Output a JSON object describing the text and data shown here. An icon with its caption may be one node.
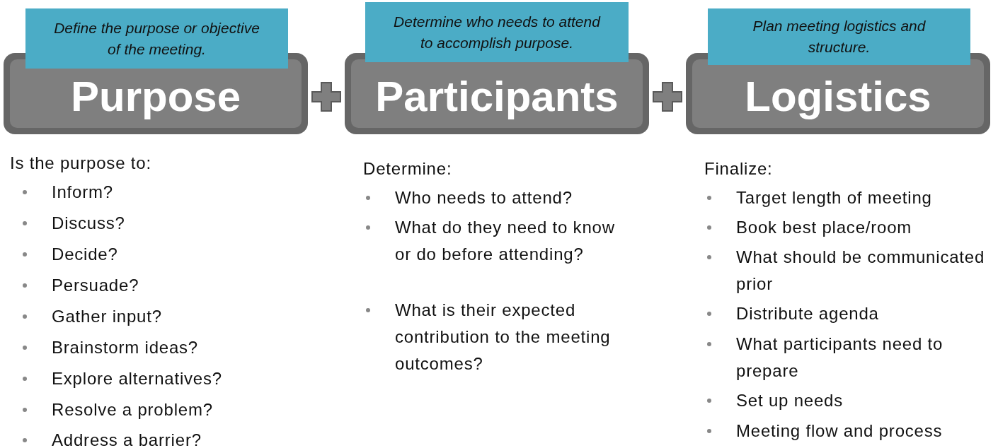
{
  "diagram": {
    "nodes": [
      {
        "text": [
          "Define the purpose or objective of the meeting."
        ]
      },
      {
        "text": [
          "Purpose"
        ]
      },
      {
        "text": [
          "Determine who needs to attend to accomplish purpose."
        ]
      },
      {
        "text": [
          "Participants"
        ]
      },
      {
        "text": [
          "Plan meeting logistics and structure."
        ]
      },
      {
        "text": [
          "Logistics"
        ]
      }
    ],
    "labels": [
      "Is the purpose to:",
      "Inform?",
      "Discuss?",
      "Decide?",
      "Persuade?",
      "Gather input?",
      "Brainstorm ideas?",
      "Explore alternatives?",
      "Resolve a problem?",
      "Address a barrier?",
      "Determine:",
      "Who needs to attend?",
      "What do they need to know or do before attending?",
      "What is their expected contribution to the meeting outcomes?",
      "Finalize:",
      "Target length of meeting",
      "Book best place/room",
      "What should be communicated prior",
      "Distribute agenda",
      "What participants need to prepare",
      "Set up needs",
      "Meeting flow and process"
    ]
  }
}
